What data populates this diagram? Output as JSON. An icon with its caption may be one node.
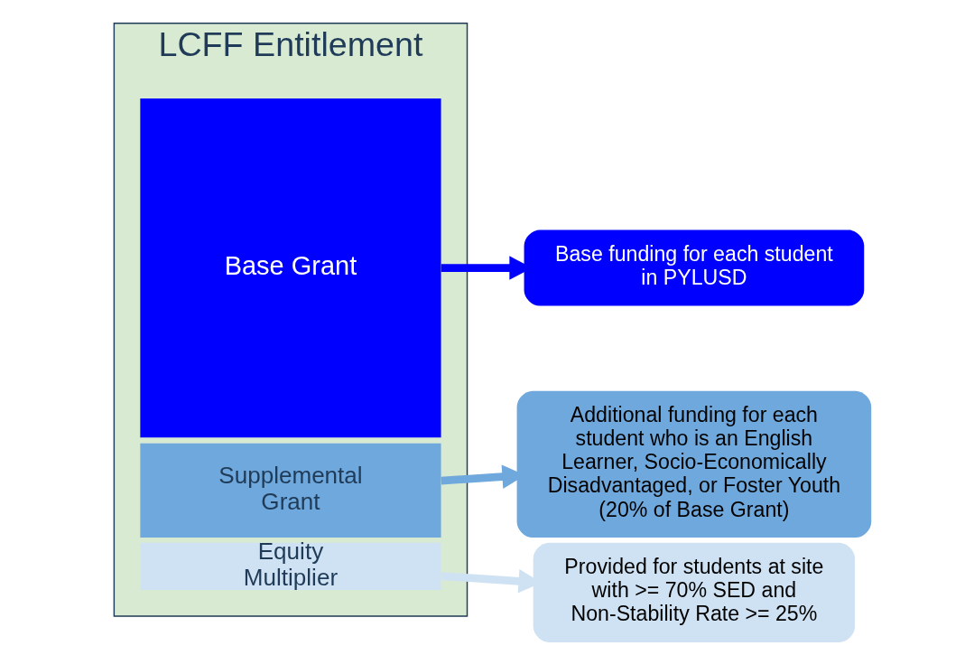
{
  "diagram": {
    "nodes": [
      {
        "text": [
          "LCFF Entitlement"
        ]
      },
      {
        "text": [
          "Base Grant"
        ],
        "in": 0
      },
      {
        "text": [
          "Supplemental Grant"
        ],
        "in": 0
      },
      {
        "text": [
          "Equity Multiplier"
        ],
        "in": 0
      },
      {
        "text": [
          "Base funding for each student in PYLUSD"
        ]
      },
      {
        "text": [
          "Additional funding for each student who is an English Learner, Socio-Economically Disadvantaged, or Foster Youth (20% of Base Grant)"
        ]
      },
      {
        "text": [
          "Provided for students at site with >= 70% SED and Non-Stability Rate >= 25%"
        ]
      }
    ],
    "edges": [
      {
        "from": 1,
        "to": 4,
        "arrow": "to",
        "color": "#0000ff"
      },
      {
        "from": 2,
        "to": 5,
        "arrow": "to",
        "color": "#6fa8dc"
      },
      {
        "from": 3,
        "to": 6,
        "arrow": "to",
        "color": "#cfe2f3"
      }
    ]
  }
}
